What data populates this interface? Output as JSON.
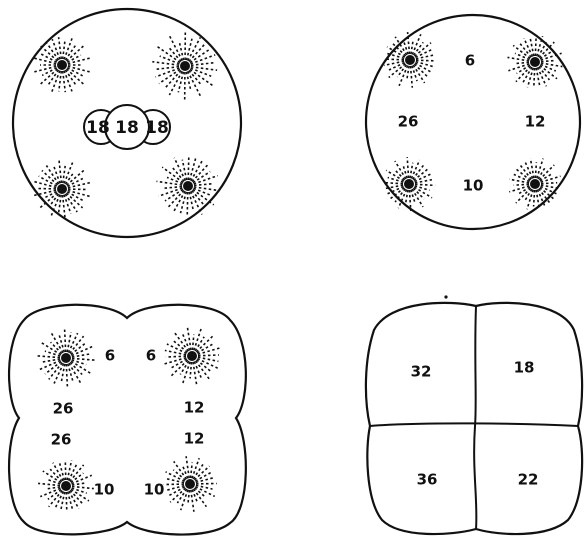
{
  "panels": {
    "top_left": {
      "nuclei": [
        "18",
        "18",
        "18"
      ]
    },
    "top_right": {
      "labels": [
        "6",
        "12",
        "10",
        "26"
      ]
    },
    "bottom_left": {
      "labels": [
        "6",
        "6",
        "26",
        "12",
        "26",
        "12",
        "10",
        "10"
      ]
    },
    "bottom_right": {
      "quadrants": [
        "32",
        "18",
        "36",
        "22"
      ]
    }
  }
}
